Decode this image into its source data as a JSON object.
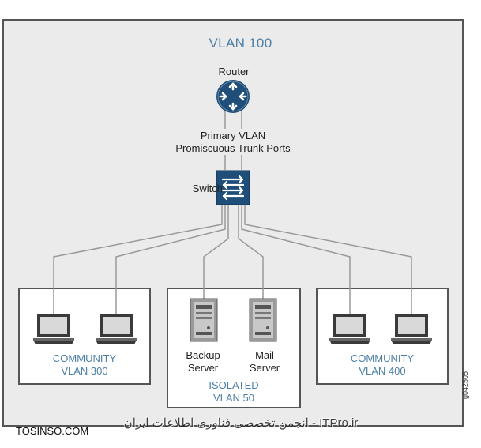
{
  "diagram": {
    "title": "VLAN 100",
    "router_label": "Router",
    "trunk_label_line1": "Primary VLAN",
    "trunk_label_line2": "Promiscuous Trunk Ports",
    "switch_label": "Switch",
    "groups": [
      {
        "line1": "COMMUNITY",
        "line2": "VLAN 300"
      },
      {
        "line1": "ISOLATED",
        "line2": "VLAN 50"
      },
      {
        "line1": "COMMUNITY",
        "line2": "VLAN 400"
      }
    ],
    "servers": [
      {
        "line1": "Backup",
        "line2": "Server"
      },
      {
        "line1": "Mail",
        "line2": "Server"
      }
    ],
    "figure_id": "g042505"
  },
  "watermarks": {
    "left": "TOSINSO.COM",
    "right": "انجمن تخصصی فناوری اطلاعات ایران - ITPro.ir"
  },
  "colors": {
    "accent_blue": "#1f4e79",
    "label_blue": "#4c7fa6",
    "background_gray": "#ebebeb",
    "line_gray": "#999999"
  },
  "icons": [
    "router-icon",
    "switch-icon",
    "laptop-icon",
    "server-icon"
  ]
}
